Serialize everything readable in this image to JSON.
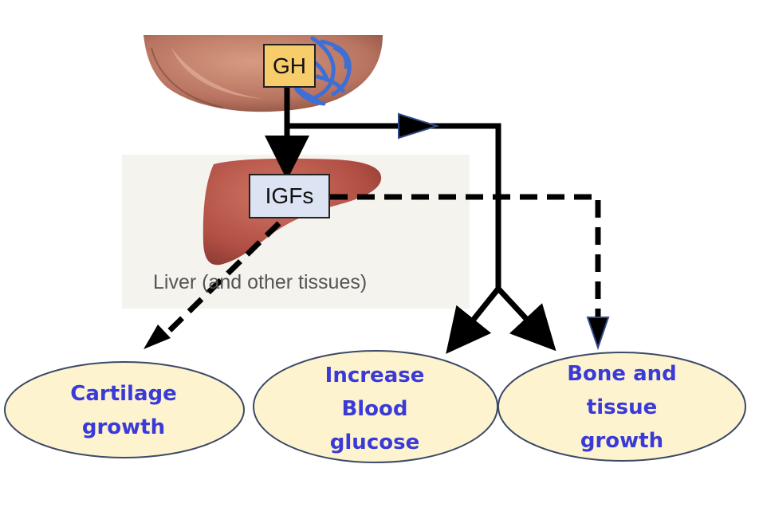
{
  "diagram": {
    "hormones": {
      "gh": "GH",
      "igf": "IGFs"
    },
    "organ_caption": "Liver (and other tissues)",
    "effects": {
      "cartilage": [
        "Cartilage",
        "growth"
      ],
      "glucose": [
        "Increase",
        "Blood",
        "glucose"
      ],
      "bone": [
        "Bone and",
        "tissue",
        "growth"
      ]
    },
    "colors": {
      "gh_box": "#f7cd6b",
      "igf_box": "#dce3f2",
      "oval_fill": "#fdf3cf",
      "oval_border": "#3c4a66",
      "effect_text": "#3a3ad8",
      "liver": "#b8564a",
      "vessels": "#3d6fd6",
      "panel_bg": "#f5f3ee"
    }
  }
}
